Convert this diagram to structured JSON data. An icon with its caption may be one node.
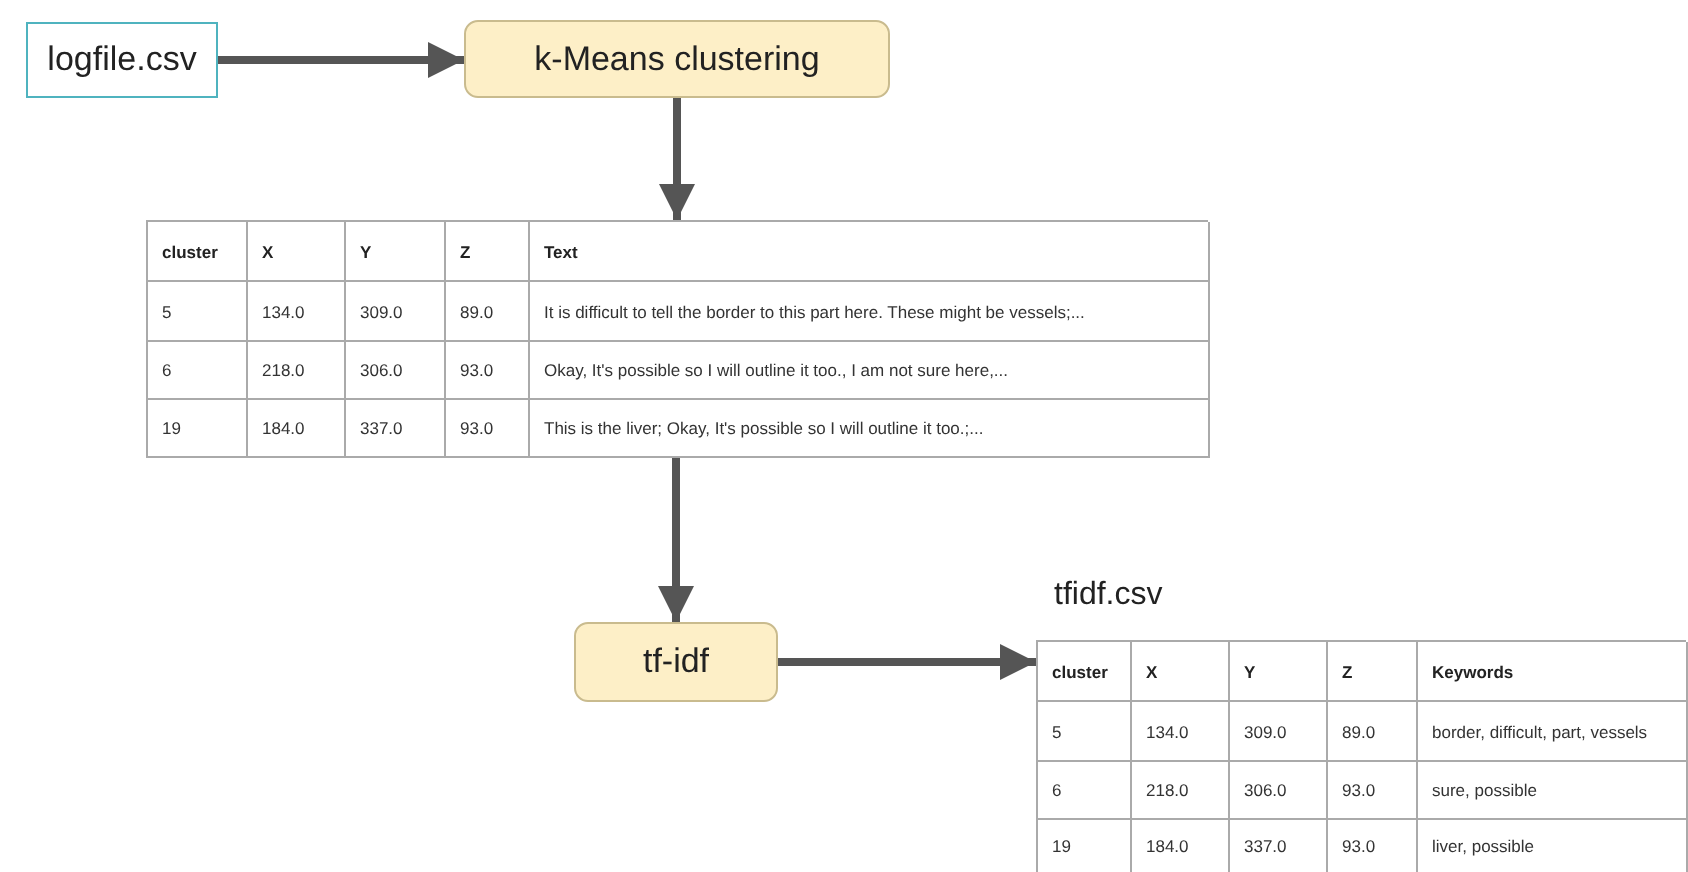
{
  "diagram": {
    "nodes": [
      {
        "text": [
          "logfile.csv"
        ]
      },
      {
        "text": [
          "k-Means clustering"
        ]
      },
      {
        "text": [
          "cluster",
          "X",
          "Y",
          "Z",
          "Text",
          "5",
          "134.0",
          "309.0",
          "89.0",
          "It is difficult to tell the border to this part here. These might be vessels;...",
          "6",
          "218.0",
          "306.0",
          "93.0",
          "Okay, It's possible so I will outline it too., I am not sure here,...",
          "19",
          "184.0",
          "337.0",
          "93.0",
          "This is the liver; Okay, It's possible so I will outline it too.;..."
        ]
      },
      {
        "text": [
          "tf-idf"
        ]
      },
      {
        "text": [
          "tfidf.csv",
          "cluster",
          "X",
          "Y",
          "Z",
          "Keywords",
          "5",
          "134.0",
          "309.0",
          "89.0",
          "border, difficult, part, vessels",
          "6",
          "218.0",
          "306.0",
          "93.0",
          "sure, possible",
          "19",
          "184.0",
          "337.0",
          "93.0",
          "liver, possible"
        ]
      }
    ],
    "edges": [
      {
        "from": 0,
        "to": 1,
        "arrow": "to"
      },
      {
        "from": 1,
        "to": 2,
        "arrow": "to"
      },
      {
        "from": 2,
        "to": 3,
        "arrow": "to"
      },
      {
        "from": 3,
        "to": 4,
        "arrow": "to"
      }
    ]
  }
}
